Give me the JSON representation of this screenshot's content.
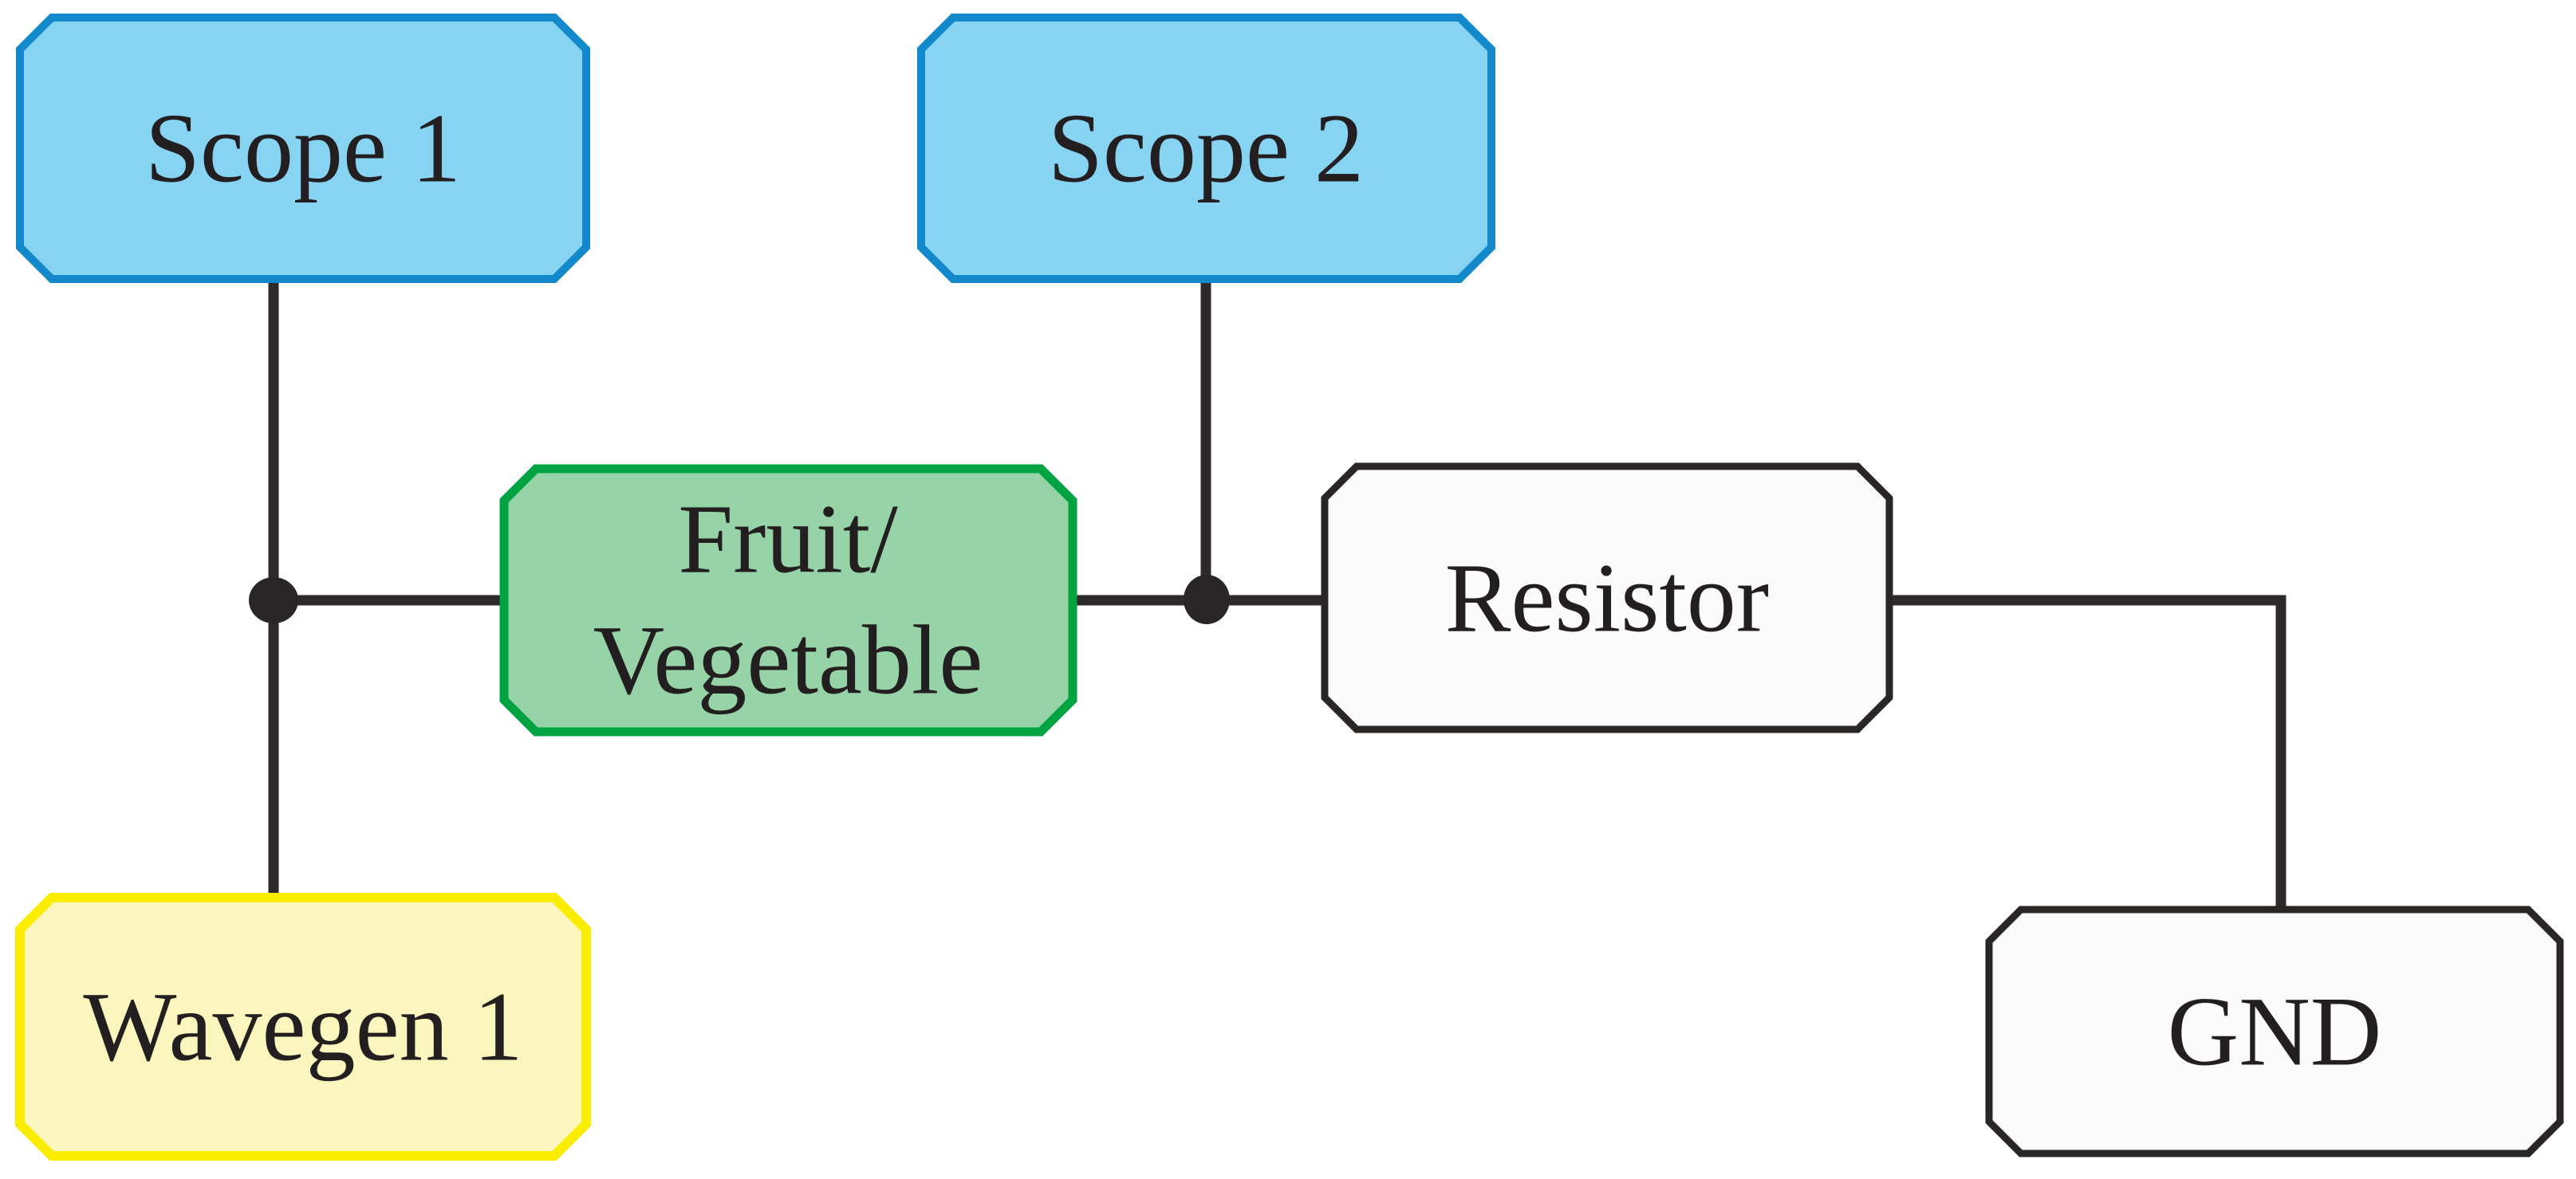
{
  "diagram": {
    "kind": "instrument-wiring-block-diagram",
    "nodes": {
      "scope1": {
        "label": "Scope 1",
        "fill": "#87d3f2",
        "stroke": "#1389cb"
      },
      "scope2": {
        "label": "Scope 2",
        "fill": "#87d3f2",
        "stroke": "#1389cb"
      },
      "fruit_vegetable": {
        "label_line1": "Fruit/",
        "label_line2": "Vegetable",
        "fill": "#96d3a7",
        "stroke": "#00a342"
      },
      "resistor": {
        "label": "Resistor",
        "fill": "#fbfbfb",
        "stroke": "#2b2626"
      },
      "wavegen1": {
        "label": "Wavegen 1",
        "fill": "#fbf6bd",
        "stroke": "#fbed00"
      },
      "gnd": {
        "label": "GND",
        "fill": "#fbfbfb",
        "stroke": "#2b2626"
      }
    },
    "colors": {
      "wire": "#2e292a",
      "junction": "#2a2526",
      "text": "#231f20",
      "background": "#ffffff"
    },
    "connections": [
      {
        "from": "scope1",
        "to": "left-junction"
      },
      {
        "from": "wavegen1",
        "to": "left-junction"
      },
      {
        "from": "left-junction",
        "to": "fruit_vegetable"
      },
      {
        "from": "fruit_vegetable",
        "to": "right-junction"
      },
      {
        "from": "scope2",
        "to": "right-junction"
      },
      {
        "from": "right-junction",
        "to": "resistor"
      },
      {
        "from": "resistor",
        "to": "gnd"
      }
    ]
  }
}
